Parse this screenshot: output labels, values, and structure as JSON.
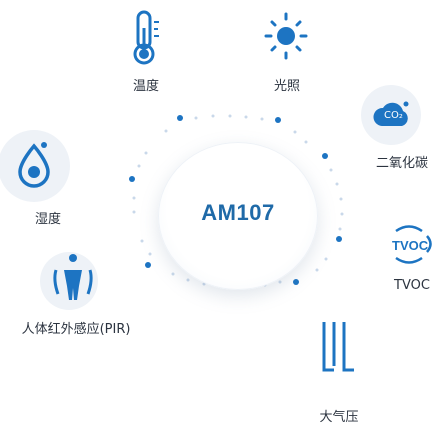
{
  "center": {
    "label": "AM107"
  },
  "sensors": [
    {
      "key": "temperature",
      "label": "温度",
      "icon": "thermometer-icon"
    },
    {
      "key": "light",
      "label": "光照",
      "icon": "sun-icon"
    },
    {
      "key": "co2",
      "label": "二氧化碳",
      "icon": "co2-cloud-icon",
      "icon_text": "CO₂"
    },
    {
      "key": "humidity",
      "label": "湿度",
      "icon": "water-drop-icon"
    },
    {
      "key": "tvoc",
      "label": "TVOC",
      "icon": "tvoc-icon",
      "icon_text": "TVOC"
    },
    {
      "key": "pir",
      "label": "人体红外感应(PIR)",
      "icon": "human-body-icon"
    },
    {
      "key": "pressure",
      "label": "大气压",
      "icon": "barometer-icon"
    }
  ],
  "colors": {
    "accent": "#1d74c2",
    "text": "#2c3440",
    "halo": "#eef2f7",
    "dots": "#c9d8ea"
  }
}
